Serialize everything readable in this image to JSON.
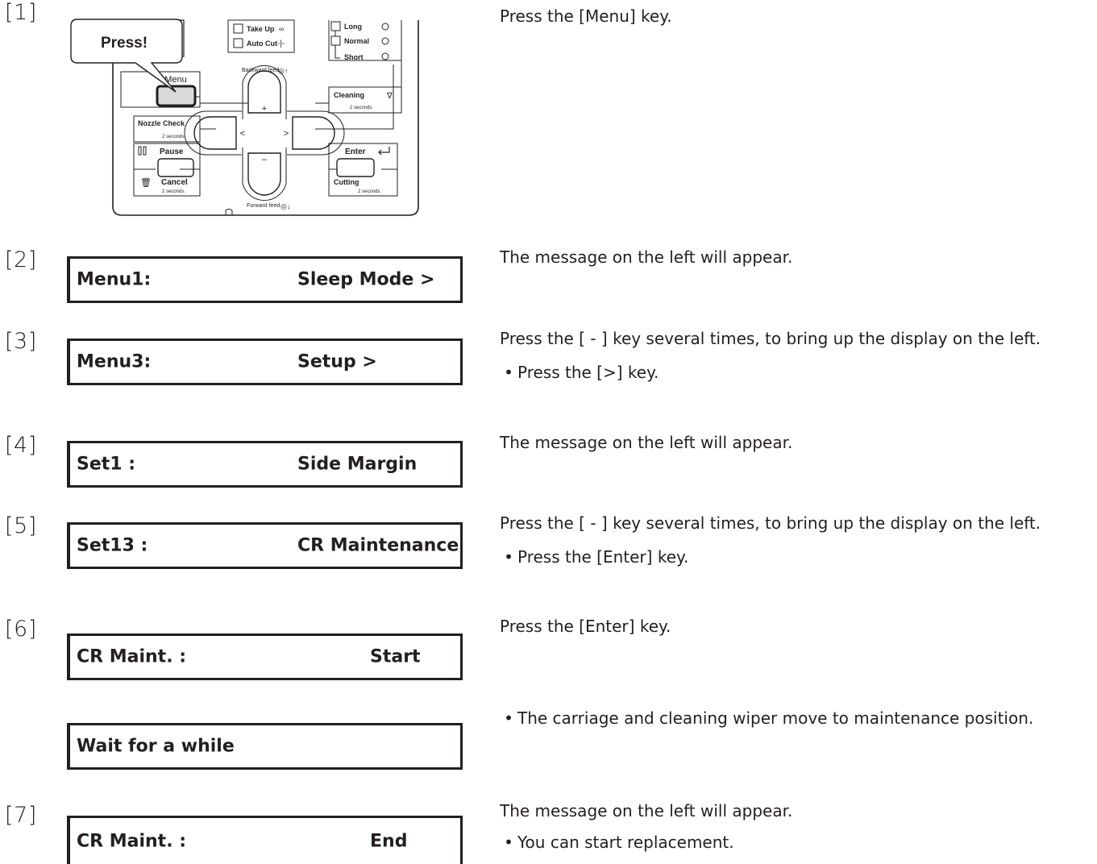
{
  "steps": [
    {
      "num": "[1]",
      "desc": "Press the [Menu] key."
    },
    {
      "num": "[2]",
      "lcd_left": "Menu1:",
      "lcd_right": "Sleep Mode >",
      "desc": "The message on the left will appear."
    },
    {
      "num": "[3]",
      "lcd_left": "Menu3:",
      "lcd_right": "Setup >",
      "desc": "Press the [ - ] key several times, to bring up the display on the left.",
      "bullet": "Press the [>] key."
    },
    {
      "num": "[4]",
      "lcd_left": "Set1 :",
      "lcd_right": "Side Margin",
      "desc": "The message on the left will appear."
    },
    {
      "num": "[5]",
      "lcd_left": "Set13 :",
      "lcd_right": "CR Maintenance",
      "desc": "Press the [ - ] key several times, to bring up the display on the left.",
      "bullet": "Press the [Enter] key."
    },
    {
      "num": "[6]",
      "lcd_left": "CR Maint. :",
      "lcd_right": "Start",
      "desc": "Press the [Enter] key."
    },
    {
      "lcd_left": "Wait for a while",
      "bullet": "The carriage and cleaning wiper move to maintenance position."
    },
    {
      "num": "[7]",
      "lcd_left": "CR Maint. :",
      "lcd_right": "End",
      "desc": "The message on the left will appear.",
      "bullet": "You can start replacement."
    }
  ],
  "panel": {
    "callout": "Press!",
    "menu": "Menu",
    "take_up": "Take Up",
    "auto_cut": "Auto Cut",
    "long": "Long",
    "normal": "Normal",
    "short": "Short",
    "backward_feed": "Backward feed",
    "forward_feed": "Forward feed",
    "cleaning": "Cleaning",
    "nozzle_check": "Nozzle Check",
    "pause": "Pause",
    "cancel": "Cancel",
    "enter": "Enter",
    "cutting": "Cutting",
    "two_seconds": "2 seconds.",
    "plus": "+",
    "minus": "–",
    "left_arrow": "<",
    "right_arrow": ">"
  }
}
